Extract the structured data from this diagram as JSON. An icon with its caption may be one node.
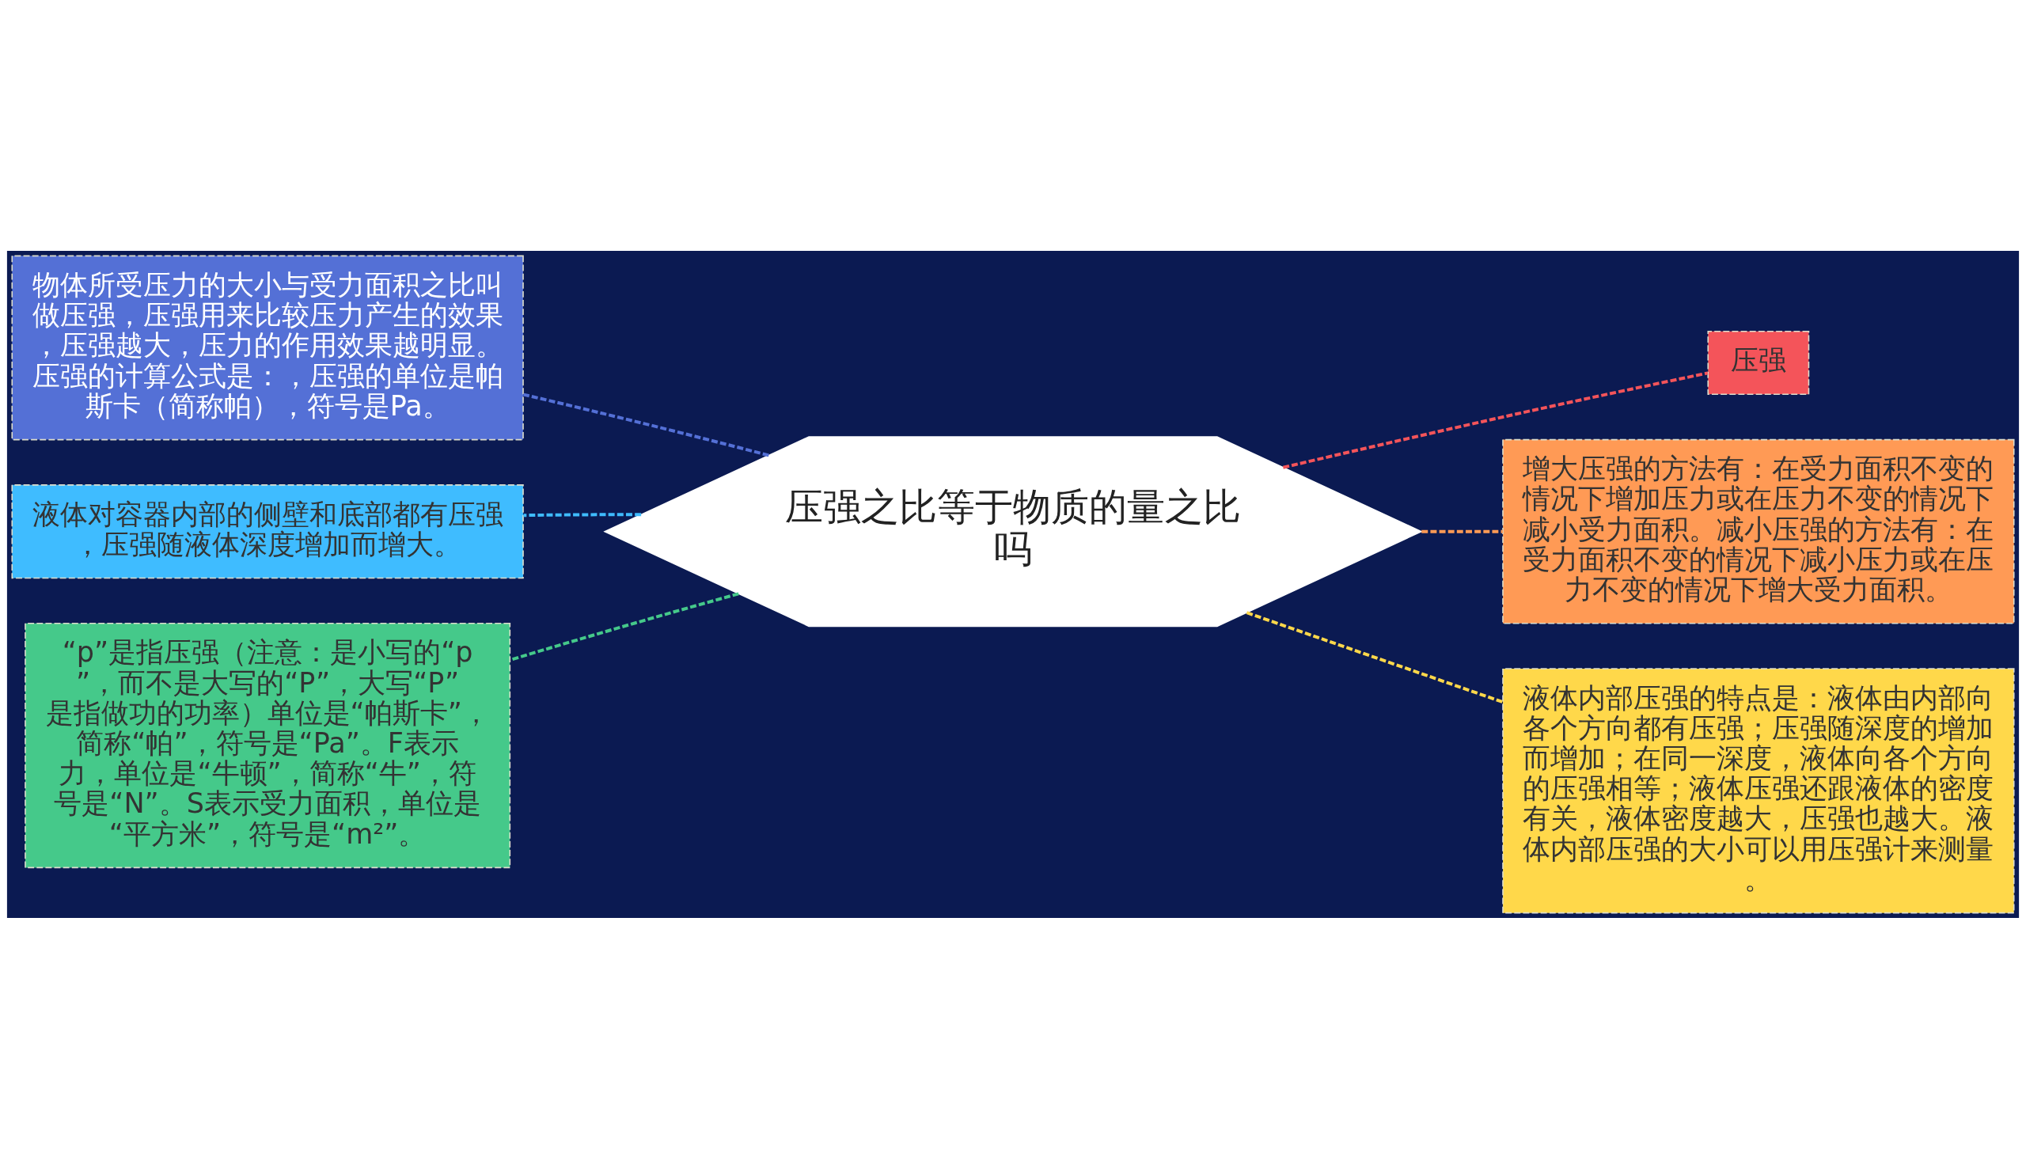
{
  "diagram": {
    "nodes": [
      {
        "text": [
          "压强之比等于物质的量之比吗"
        ]
      },
      {
        "text": [
          "物体所受压力的大小与受力面积之比叫做压强，压强用来比较压力产生的效果，压强越大，压力的作用效果越明显。压强的计算公式是：，压强的单位是帕斯卡（简称帕），符号是Pa。"
        ]
      },
      {
        "text": [
          "液体对容器内部的侧壁和底部都有压强，压强随液体深度增加而增大。"
        ]
      },
      {
        "text": [
          "“p”是指压强（注意：是小写的“p”，而不是大写的“P”，大写“P”是指做功的功率）单位是“帕斯卡”，简称“帕”，符号是“Pa”。F表示力，单位是“牛顿”，简称“牛”，符号是“N”。S表示受力面积，单位是“平方米”，符号是“m²”。"
        ]
      },
      {
        "text": [
          "压强"
        ]
      },
      {
        "text": [
          "增大压强的方法有：在受力面积不变的情况下增加压力或在压力不变的情况下减小受力面积。减小压强的方法有：在受力面积不变的情况下减小压力或在压力不变的情况下增大受力面积。"
        ]
      },
      {
        "text": [
          "液体内部压强的特点是：液体由内部向各个方向都有压强；压强随深度的增加而增加；在同一深度，液体向各个方向的压强相等；液体压强还跟液体的密度有关，液体密度越大，压强也越大。液体内部压强的大小可以用压强计来测量。"
        ]
      }
    ],
    "edges": [
      {
        "from": 0,
        "to": 1,
        "arrow": "none",
        "style": "dashed",
        "color": "#5470d6"
      },
      {
        "from": 0,
        "to": 2,
        "arrow": "none",
        "style": "dashed",
        "color": "#3fbcff"
      },
      {
        "from": 0,
        "to": 3,
        "arrow": "none",
        "style": "dashed",
        "color": "#45c98a"
      },
      {
        "from": 0,
        "to": 4,
        "arrow": "none",
        "style": "dashed",
        "color": "#f4545a"
      },
      {
        "from": 0,
        "to": 5,
        "arrow": "none",
        "style": "dashed",
        "color": "#ff9a55"
      },
      {
        "from": 0,
        "to": 6,
        "arrow": "none",
        "style": "dashed",
        "color": "#ffd84a"
      }
    ]
  }
}
